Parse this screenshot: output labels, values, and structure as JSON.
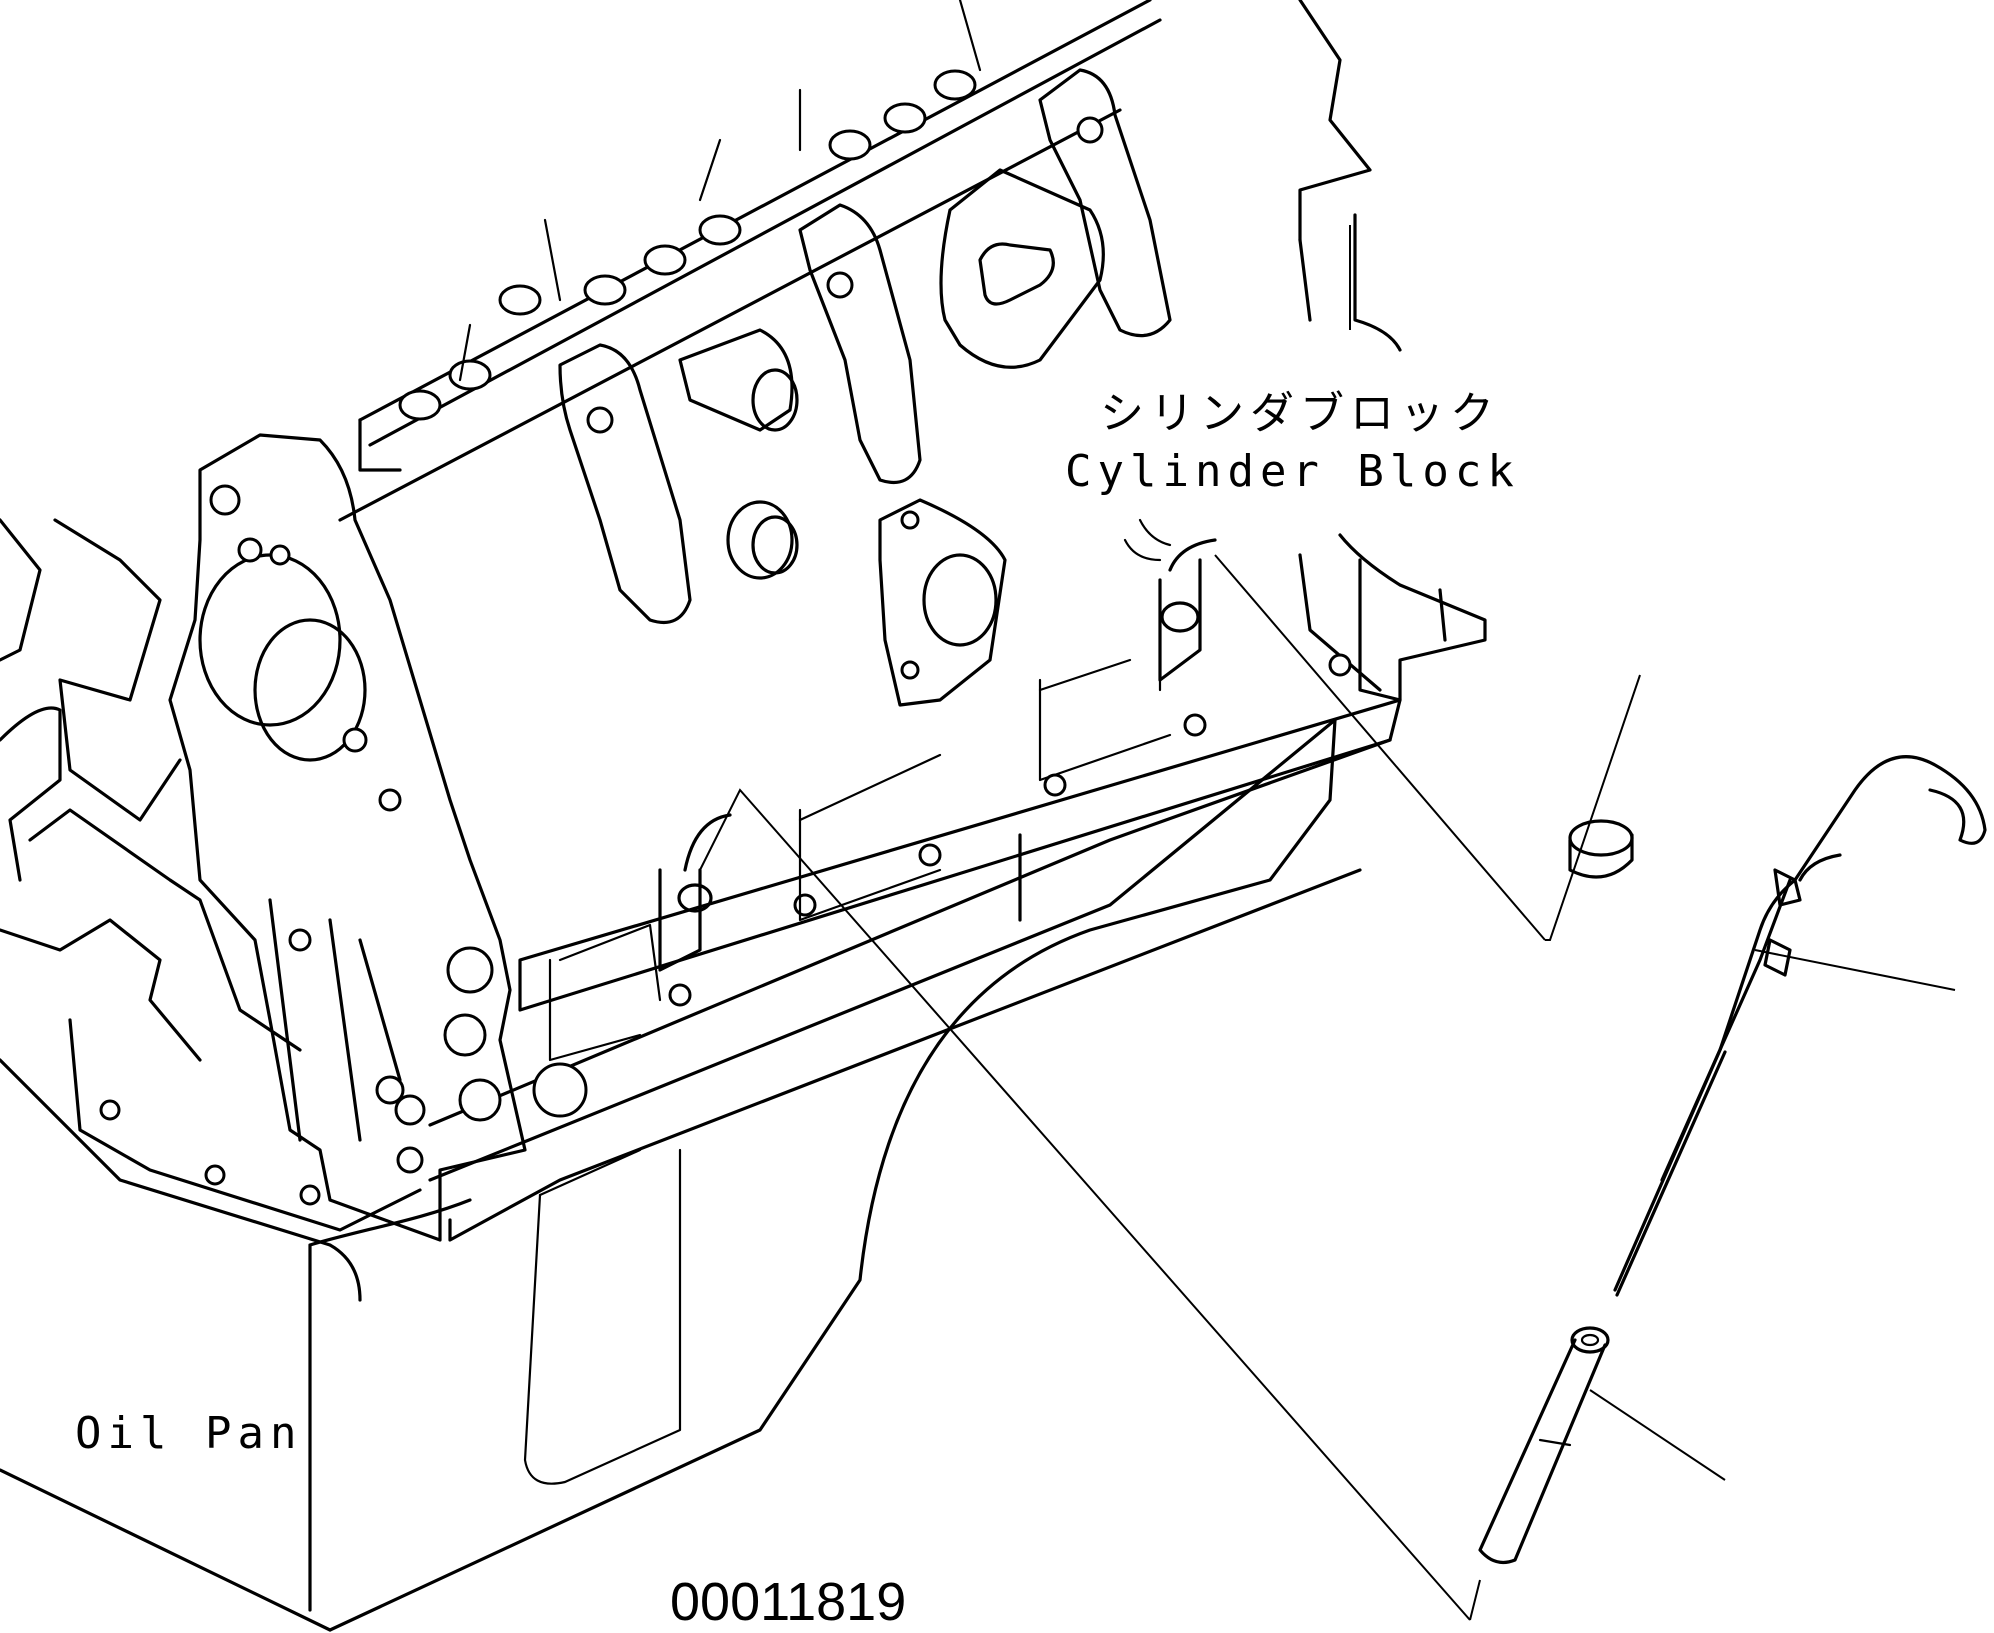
{
  "labels": {
    "cylinder_block_jp": "シリンダブロック",
    "cylinder_block_en": "Cylinder Block",
    "oil_pan": "Oil Pan"
  },
  "drawing_number": "00011819",
  "line_color": "#000000",
  "background_color": "#ffffff"
}
